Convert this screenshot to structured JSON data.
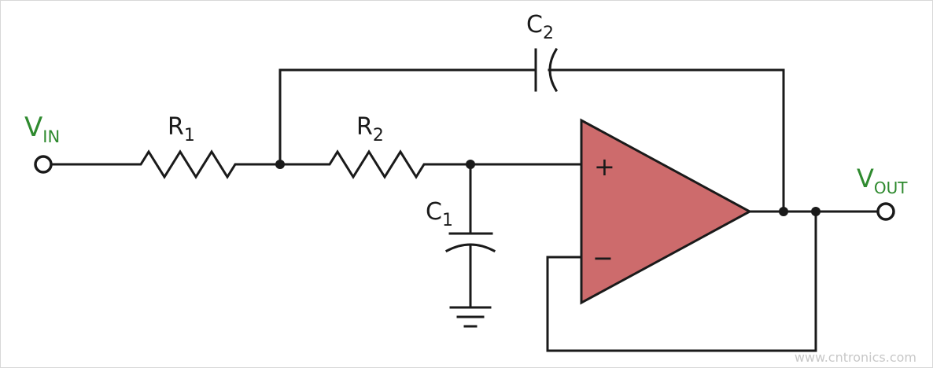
{
  "labels": {
    "vin_main": "V",
    "vin_sub": "IN",
    "vout_main": "V",
    "vout_sub": "OUT",
    "r1_main": "R",
    "r1_sub": "1",
    "r2_main": "R",
    "r2_sub": "2",
    "c1_main": "C",
    "c1_sub": "1",
    "c2_main": "C",
    "c2_sub": "2",
    "plus": "+",
    "minus": "−"
  },
  "watermark": "www.cntronics.com",
  "colors": {
    "wire": "#1a1a1a",
    "opamp_fill": "#cd6b6c",
    "terminal_label": "#2f8a2f",
    "watermark": "#c8c8c8"
  }
}
